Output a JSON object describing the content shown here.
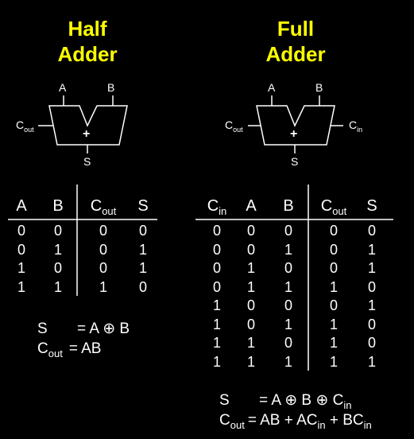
{
  "half": {
    "title": [
      "Half",
      "Adder"
    ],
    "diagram": {
      "a": "A",
      "b": "B",
      "cout": "C",
      "cout_sub": "out",
      "plus": "+",
      "s": "S"
    },
    "headers": [
      {
        "main": "A",
        "sub": ""
      },
      {
        "main": "B",
        "sub": ""
      },
      {
        "main": "C",
        "sub": "out"
      },
      {
        "main": "S",
        "sub": ""
      }
    ],
    "rows": [
      [
        "0",
        "0",
        "0",
        "0"
      ],
      [
        "0",
        "1",
        "0",
        "1"
      ],
      [
        "1",
        "0",
        "0",
        "1"
      ],
      [
        "1",
        "1",
        "1",
        "0"
      ]
    ],
    "eq1": {
      "lhs": "S",
      "rhs": "= A ⊕ B"
    },
    "eq2": {
      "lhs": "C",
      "lhs_sub": "out",
      "rhs": "= AB"
    }
  },
  "full": {
    "title": [
      "Full",
      "Adder"
    ],
    "diagram": {
      "a": "A",
      "b": "B",
      "cout": "C",
      "cout_sub": "out",
      "cin": "C",
      "cin_sub": "in",
      "plus": "+",
      "s": "S"
    },
    "headers": [
      {
        "main": "C",
        "sub": "in"
      },
      {
        "main": "A",
        "sub": ""
      },
      {
        "main": "B",
        "sub": ""
      },
      {
        "main": "C",
        "sub": "out"
      },
      {
        "main": "S",
        "sub": ""
      }
    ],
    "rows": [
      [
        "0",
        "0",
        "0",
        "0",
        "0"
      ],
      [
        "0",
        "0",
        "1",
        "0",
        "1"
      ],
      [
        "0",
        "1",
        "0",
        "0",
        "1"
      ],
      [
        "0",
        "1",
        "1",
        "1",
        "0"
      ],
      [
        "1",
        "0",
        "0",
        "0",
        "1"
      ],
      [
        "1",
        "0",
        "1",
        "1",
        "0"
      ],
      [
        "1",
        "1",
        "0",
        "1",
        "0"
      ],
      [
        "1",
        "1",
        "1",
        "1",
        "1"
      ]
    ],
    "eq1": {
      "lhs": "S",
      "rhs": "= A ⊕ B ⊕ C",
      "rhs_sub": "in"
    },
    "eq2": {
      "lhs": "C",
      "lhs_sub": "out",
      "rhs_parts": [
        "= AB + AC",
        "in",
        " + BC",
        "in"
      ]
    }
  }
}
